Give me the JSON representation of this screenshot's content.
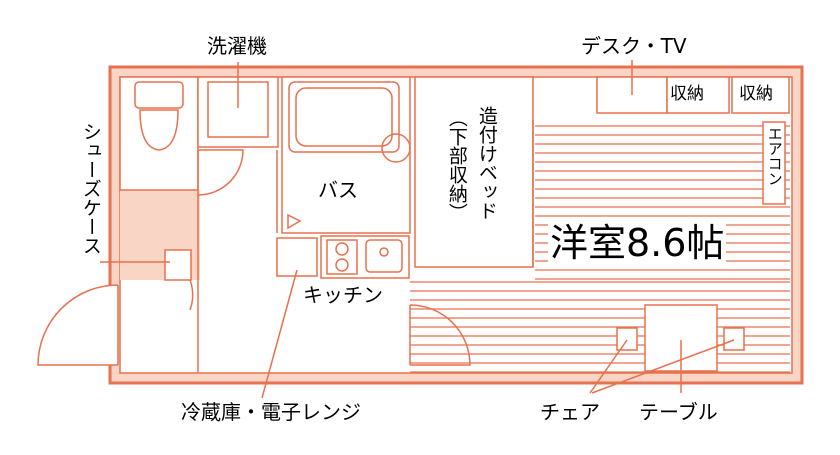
{
  "colors": {
    "wall": "#e8714f",
    "fill": "#f9d5c5",
    "background": "#ffffff"
  },
  "labels": {
    "washer": "洗濯機",
    "desk_tv": "デスク・TV",
    "storage_1": "収納",
    "storage_2": "収納",
    "aircon": "エアコン",
    "shoe_case": "シューズケース",
    "bath": "バス",
    "built_in_bed": "造付けベッド",
    "built_in_bed_note": "（下部収納）",
    "room": "洋室8.6帖",
    "kitchen": "キッチン",
    "fridge_microwave": "冷蔵庫・電子レンジ",
    "chair": "チェア",
    "table": "テーブル"
  }
}
